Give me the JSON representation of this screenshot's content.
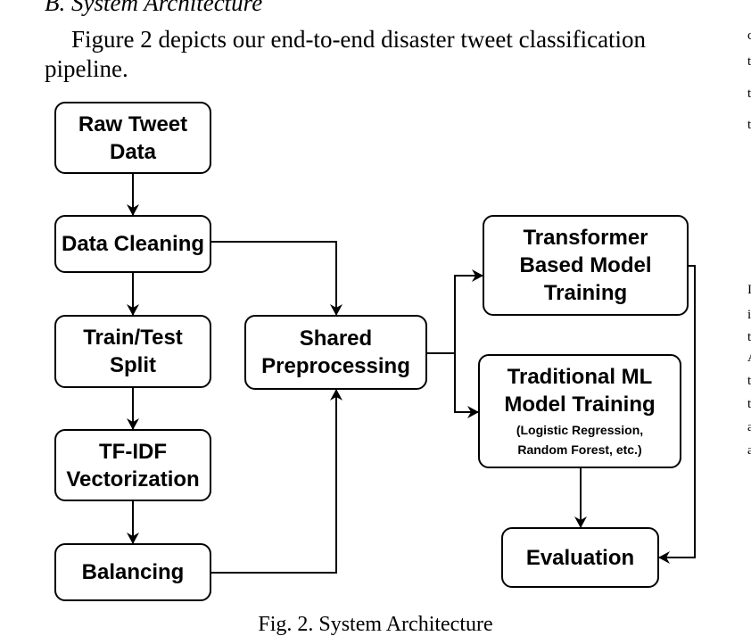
{
  "section_heading": "B. System Architecture",
  "intro_text": "Figure 2 depicts our end-to-end disaster tweet classification pipeline.",
  "nodes": {
    "raw": {
      "label": "Raw Tweet\nData"
    },
    "cleaning": {
      "label": "Data Cleaning"
    },
    "split": {
      "label": "Train/Test\nSplit"
    },
    "tfidf": {
      "label": "TF-IDF\nVectorization"
    },
    "balancing": {
      "label": "Balancing"
    },
    "shared": {
      "label": "Shared\nPreprocessing"
    },
    "transformer": {
      "label": "Transformer\nBased Model\nTraining"
    },
    "traditional": {
      "label": "Traditional ML\nModel Training",
      "sublabel": "(Logistic Regression,\nRandom Forest, etc.)"
    },
    "evaluation": {
      "label": "Evaluation"
    }
  },
  "caption": "Fig. 2.   System Architecture",
  "right_column_fragments": [
    "c",
    "t",
    "t",
    "t",
    "I",
    "i",
    "t",
    "A",
    "t",
    "t",
    "a",
    "a"
  ]
}
